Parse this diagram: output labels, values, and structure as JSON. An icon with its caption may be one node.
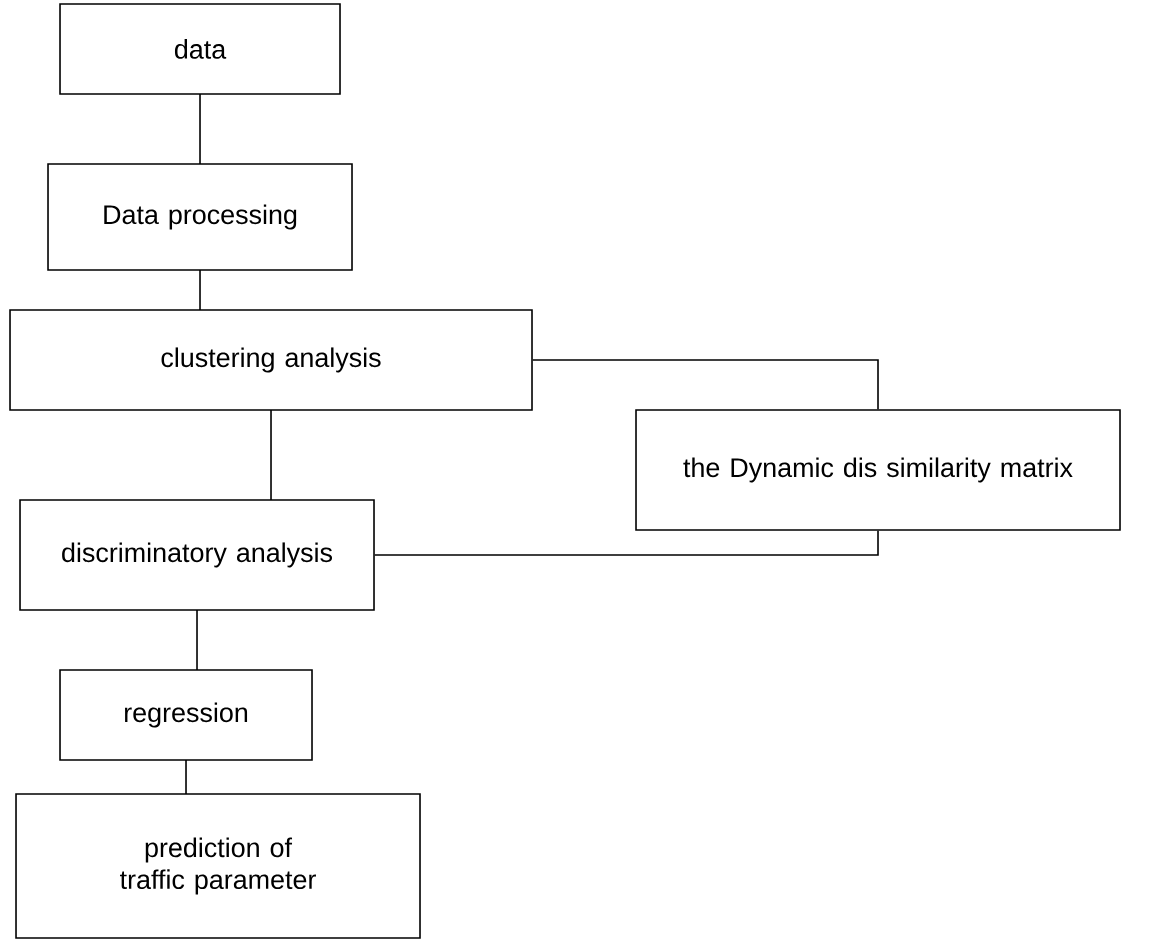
{
  "diagram": {
    "nodes": [
      {
        "text": [
          "data"
        ]
      },
      {
        "text": [
          "Data processing"
        ]
      },
      {
        "text": [
          "clustering analysis"
        ]
      },
      {
        "text": [
          "the Dynamic dis similarity matrix"
        ]
      },
      {
        "text": [
          "discriminatory analysis"
        ]
      },
      {
        "text": [
          "regression"
        ]
      },
      {
        "text": [
          "prediction of traffic parameter"
        ]
      }
    ],
    "edges": [
      {
        "from": 0,
        "to": 1,
        "arrow": "none"
      },
      {
        "from": 1,
        "to": 2,
        "arrow": "none"
      },
      {
        "from": 2,
        "to": 3,
        "arrow": "none"
      },
      {
        "from": 2,
        "to": 4,
        "arrow": "none"
      },
      {
        "from": 4,
        "to": 3,
        "arrow": "none"
      },
      {
        "from": 4,
        "to": 5,
        "arrow": "none"
      },
      {
        "from": 5,
        "to": 6,
        "arrow": "none"
      }
    ]
  }
}
